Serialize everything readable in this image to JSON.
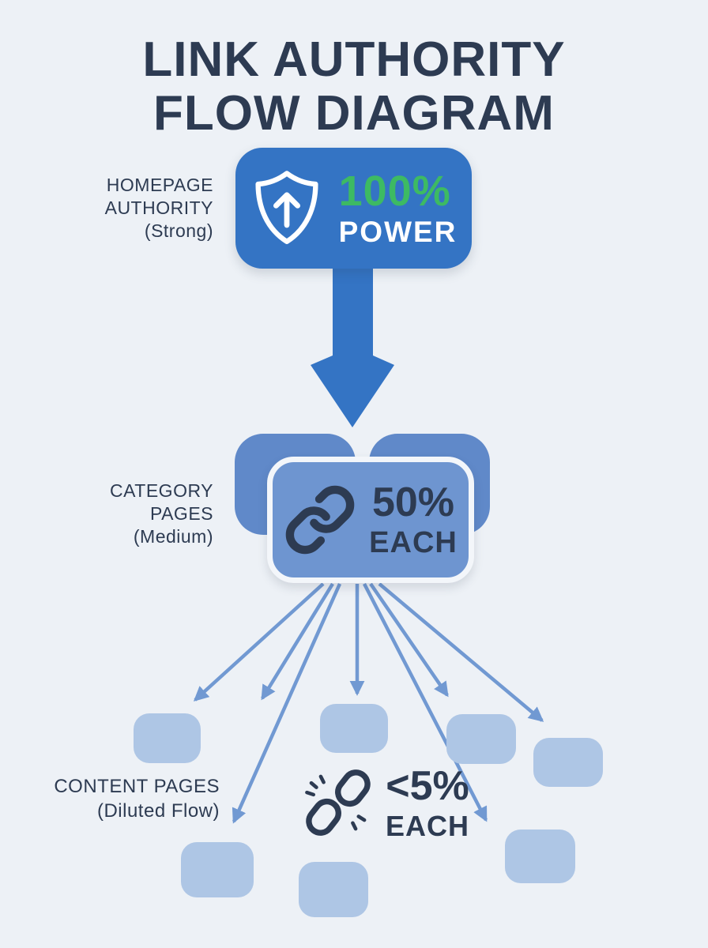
{
  "title": {
    "line1": "LINK AUTHORITY",
    "line2": "FLOW DIAGRAM"
  },
  "homepage": {
    "label": [
      "HOMEPAGE",
      "AUTHORITY",
      "(Strong)"
    ],
    "value": "100%",
    "unit": "POWER",
    "icon": "shield-up-arrow-icon",
    "strength": "Strong"
  },
  "category": {
    "label": [
      "CATEGORY",
      "PAGES",
      "(Medium)"
    ],
    "value": "50%",
    "unit": "EACH",
    "icon": "chain-link-icon",
    "strength": "Medium"
  },
  "content": {
    "label": [
      "CONTENT PAGES",
      "(Diluted Flow)"
    ],
    "value": "<5%",
    "unit": "EACH",
    "icon": "broken-link-icon",
    "strength": "Diluted Flow"
  },
  "colors": {
    "bg": "#edf1f6",
    "navy": "#2d3b52",
    "blue": "#3474c4",
    "green": "#3dba63",
    "midblue": "#6089c9",
    "frontblue": "#6e95d0",
    "frontborder": "#f3f6fa",
    "lightblue": "#aec6e5",
    "arrow": "#7199d2"
  }
}
